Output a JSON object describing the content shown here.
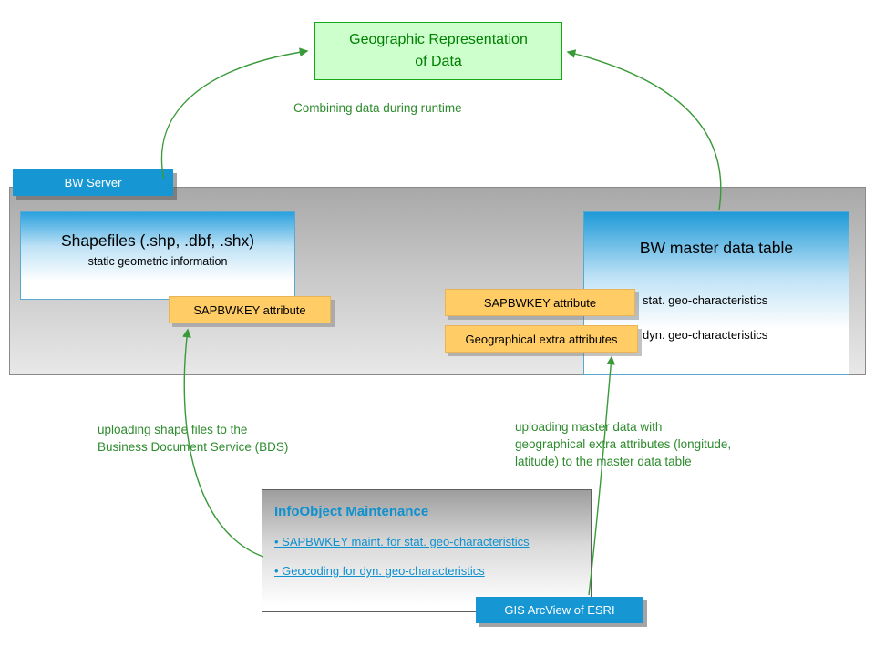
{
  "colors": {
    "title_green": "#008000",
    "note_green": "#2e8b2e",
    "arrow_green": "#3a9a3a",
    "plate_blue": "#1697d4",
    "tag_orange": "#ffcc66",
    "geo_box_bg": "#ccffcc"
  },
  "geo_box": {
    "line1": "Geographic Representation",
    "line2": "of Data"
  },
  "runtime_label": "Combining data during runtime",
  "bw_server": {
    "label": "BW Server"
  },
  "shapefiles": {
    "title": "Shapefiles (.shp, .dbf, .shx)",
    "subtitle": "static geometric information"
  },
  "tags": {
    "sapbwkey_left": "SAPBWKEY attribute",
    "sapbwkey_right": "SAPBWKEY attribute",
    "geo_extra": "Geographical extra attributes"
  },
  "master_table": {
    "title": "BW master data table",
    "stat_label": "stat. geo-characteristics",
    "dyn_label": "dyn. geo-characteristics"
  },
  "notes": {
    "shape": [
      "uploading shape files to the",
      "Business Document Service (BDS)"
    ],
    "master": [
      "uploading master data with",
      "geographical extra attributes (longitude,",
      "latitude) to the master data table"
    ]
  },
  "infoobject": {
    "title": "InfoObject Maintenance",
    "bullets": [
      "• SAPBWKEY maint. for stat. geo-characteristics",
      "• Geocoding for dyn. geo-characteristics"
    ]
  },
  "gis": {
    "label": "GIS ArcView of ESRI"
  }
}
